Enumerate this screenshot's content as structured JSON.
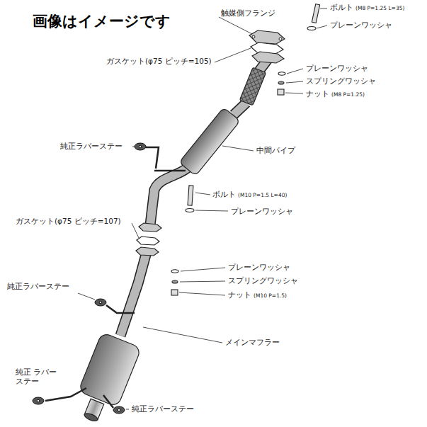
{
  "diagram": {
    "title": "画像はイメージです",
    "labels": [
      "触媒側フランジ",
      "ボルト",
      "(M8 P=1.25 L=35)",
      "プレーンワッシャ",
      "ガスケット(φ75 ピッチ=105)",
      "プレーンワッシャ",
      "スプリングワッシャ",
      "ナット",
      "(M8 P=1.25)",
      "純正ラバーステー",
      "中間パイプ",
      "ボルト",
      "(M10 P=1.5 L=40)",
      "プレーンワッシャ",
      "ガスケット(φ75 ピッチ=107)",
      "プレーンワッシャ",
      "スプリングワッシャ",
      "ナット",
      "(M10 P=1.5)",
      "純正ラバーステー",
      "メインマフラー",
      "純正 ラバーステー",
      "純正ラバーステー"
    ]
  }
}
